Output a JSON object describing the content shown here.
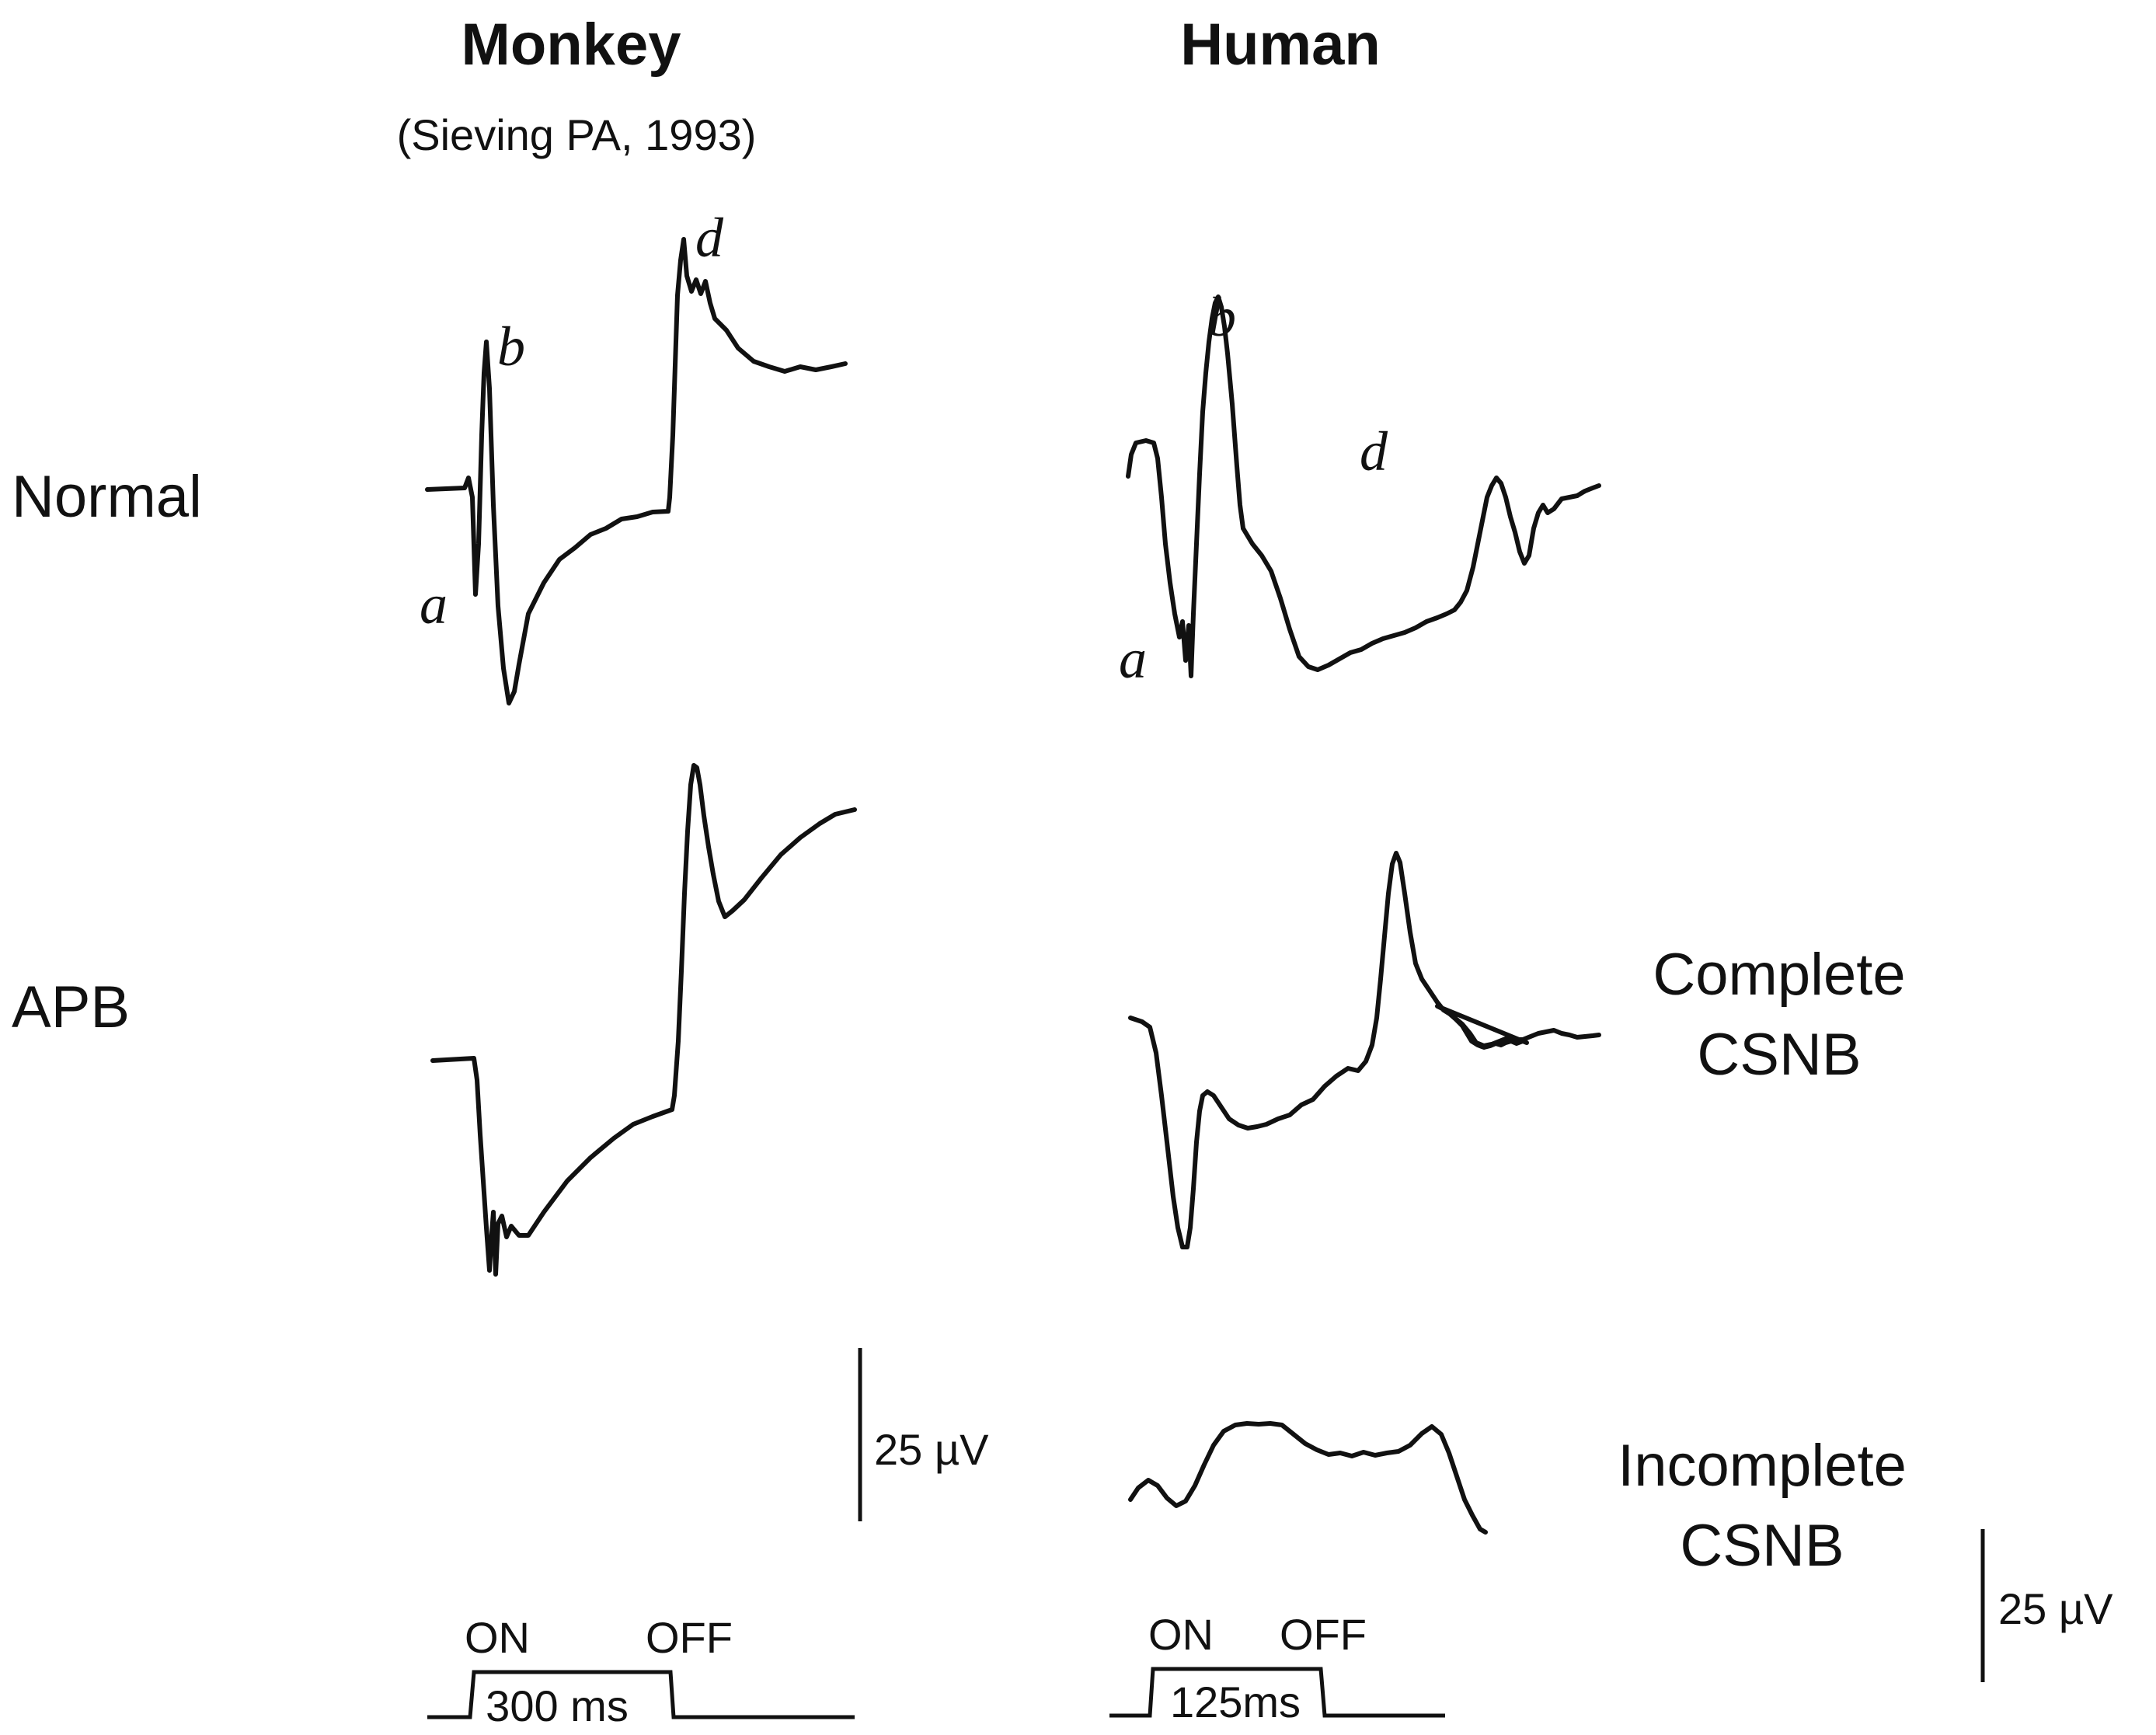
{
  "columns": {
    "monkey": {
      "title": "Monkey",
      "citation": "(Sieving PA, 1993)"
    },
    "human": {
      "title": "Human"
    }
  },
  "row_labels": {
    "normal": "Normal",
    "apb": "APB",
    "complete_csnb": [
      "Complete",
      "CSNB"
    ],
    "incomplete_csnb": [
      "Incomplete",
      "CSNB"
    ]
  },
  "wave_labels": {
    "a": "a",
    "b": "b",
    "d": "d"
  },
  "scale_bars": {
    "monkey": "25 µV",
    "human": "25 µV"
  },
  "stimulus": {
    "on_label": "ON",
    "off_label": "OFF",
    "monkey_duration": "300 ms",
    "human_duration": "125ms"
  },
  "colors": {
    "ink": "#111111",
    "background": "#ffffff"
  }
}
